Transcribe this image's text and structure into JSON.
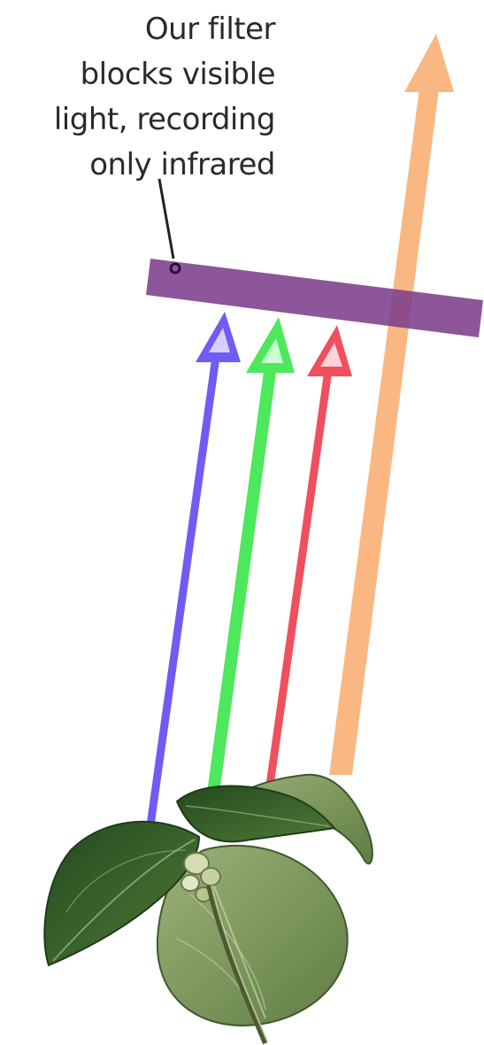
{
  "annotation": {
    "lines": [
      "Our filter",
      "blocks visible",
      "light, recording",
      "only infrared"
    ]
  },
  "colors": {
    "text": "#2a2a2a",
    "filter": "#7d3f8c",
    "ray_blue": "#6f5cf2",
    "ray_green": "#4de85c",
    "ray_red": "#ef4f5f",
    "ray_infrared": "#f8a35e",
    "leaf_dark": "#2f5a2a",
    "leaf_light": "#8aa36a"
  },
  "icons": {
    "filter": "filter-bar",
    "plant": "plant-illustration"
  }
}
